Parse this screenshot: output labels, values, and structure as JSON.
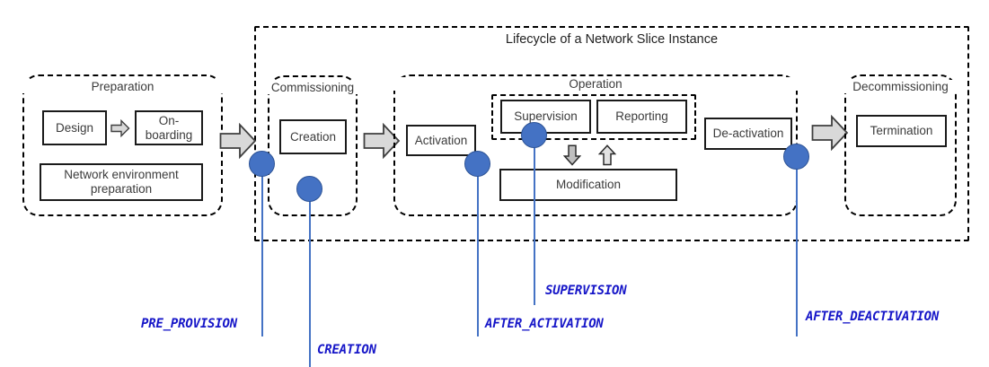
{
  "diagram": {
    "title": "Lifecycle of a Network Slice Instance",
    "phases": [
      {
        "id": "preparation",
        "label": "Preparation",
        "tasks": [
          {
            "id": "design",
            "label": "Design"
          },
          {
            "id": "on-boarding",
            "label": "On-boarding"
          },
          {
            "id": "network-environment-preparation",
            "label": "Network environment preparation"
          }
        ]
      },
      {
        "id": "commissioning",
        "label": "Commissioning",
        "tasks": [
          {
            "id": "creation",
            "label": "Creation"
          }
        ]
      },
      {
        "id": "operation",
        "label": "Operation",
        "tasks": [
          {
            "id": "activation",
            "label": "Activation"
          },
          {
            "id": "supervision",
            "label": "Supervision"
          },
          {
            "id": "reporting",
            "label": "Reporting"
          },
          {
            "id": "modification",
            "label": "Modification"
          },
          {
            "id": "de-activation",
            "label": "De-activation"
          }
        ]
      },
      {
        "id": "decommissioning",
        "label": "Decommissioning",
        "tasks": [
          {
            "id": "termination",
            "label": "Termination"
          }
        ]
      }
    ],
    "annotations": [
      {
        "id": "pre-provision",
        "label": "PRE_PROVISION"
      },
      {
        "id": "creation",
        "label": "CREATION"
      },
      {
        "id": "after-activation",
        "label": "AFTER_ACTIVATION"
      },
      {
        "id": "supervision",
        "label": "SUPERVISION"
      },
      {
        "id": "after-deactivation",
        "label": "AFTER_DEACTIVATION"
      }
    ],
    "colors": {
      "state_dot_fill": "#4472C4",
      "state_dot_stroke": "#2E5496",
      "annotation_text": "#1616C8",
      "connector_line": "#4472C4",
      "arrow_fill": "#D9D9D9",
      "arrow_stroke": "#3F3F3F",
      "box_stroke": "#1A1A1A",
      "background": "#FFFFFF"
    },
    "flow_arrow_count": 3,
    "modification_arrows": [
      {
        "id": "arrow-down-to-modification",
        "direction": "down"
      },
      {
        "id": "arrow-up-from-modification",
        "direction": "up"
      }
    ]
  }
}
